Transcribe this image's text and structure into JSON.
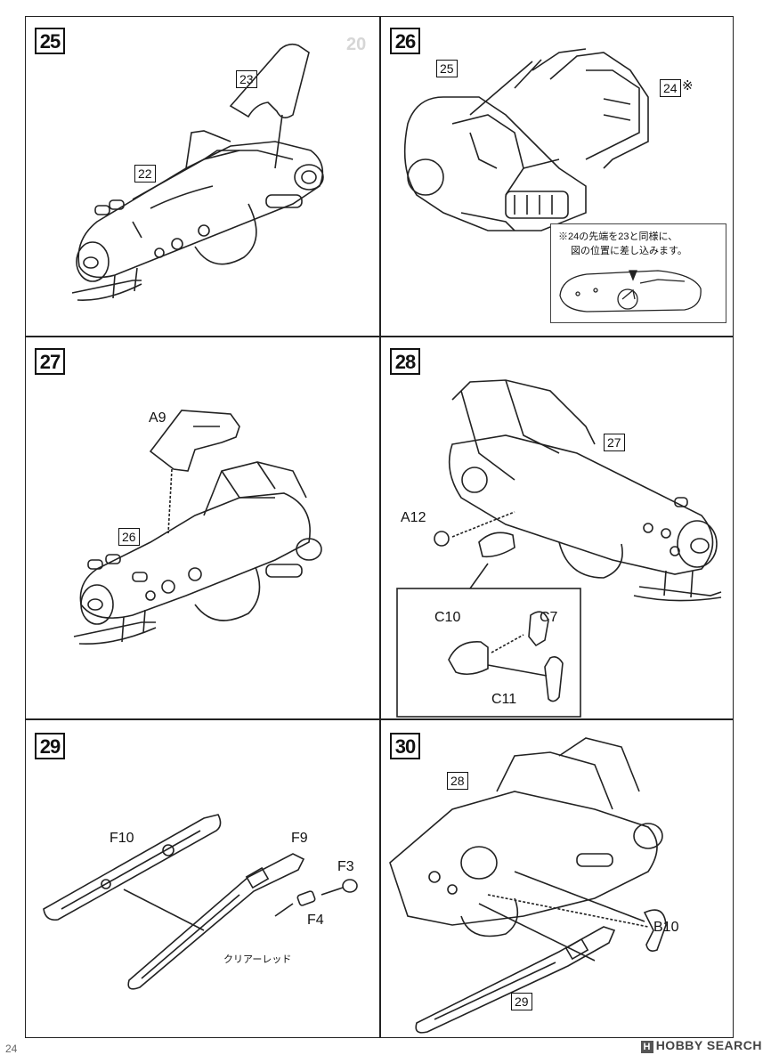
{
  "steps": {
    "s25": {
      "number": "25",
      "refs": [
        "23",
        "22"
      ]
    },
    "s26": {
      "number": "26",
      "refs": [
        "25",
        "24"
      ],
      "ref_mark": "※",
      "note_line1": "※24の先端を23と同様に、",
      "note_line2": "図の位置に差し込みます。"
    },
    "s27": {
      "number": "27",
      "labels": [
        "A9"
      ],
      "refs": [
        "26"
      ]
    },
    "s28": {
      "number": "28",
      "labels": [
        "A12",
        "C10",
        "C7",
        "C11"
      ],
      "refs": [
        "27"
      ]
    },
    "s29": {
      "number": "29",
      "labels": [
        "F10",
        "F9",
        "F3",
        "F4"
      ],
      "color_note": "クリアーレッド"
    },
    "s30": {
      "number": "30",
      "labels": [
        "B10"
      ],
      "refs": [
        "28",
        "29"
      ]
    }
  },
  "footer": {
    "watermark": "HOBBY SEARCH",
    "watermark_brand": "H",
    "page_mark": "24"
  },
  "colors": {
    "line": "#222222",
    "watermark": "#555555"
  }
}
